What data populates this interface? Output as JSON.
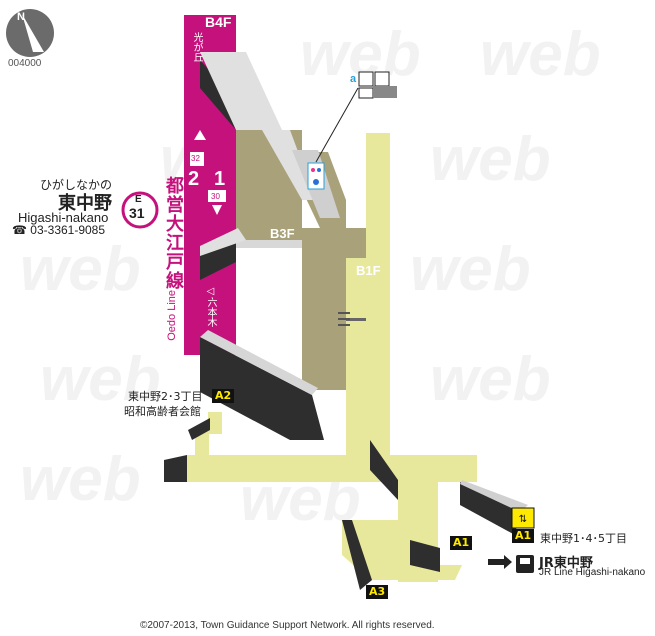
{
  "map_id": "004000",
  "station": {
    "name_kana": "ひがしなかの",
    "name_kanji": "東中野",
    "name_romaji": "Higashi-nakano",
    "phone": "03-3361-9085",
    "line_code": "E",
    "station_number": "31"
  },
  "line": {
    "name_ja": "都営大江戸線",
    "name_en": "Oedo Line",
    "color": "#c4117c",
    "platform_1": "1",
    "platform_2": "2",
    "badge_up": "32",
    "badge_down": "30",
    "direction_up": "光が丘",
    "direction_down": "◁六本木"
  },
  "floors": [
    "B4F",
    "B3F",
    "B1F"
  ],
  "facilities": {
    "label": "a",
    "icons": [
      "wheelchair-elevator",
      "toilet",
      "nursing-room",
      "accessible-toilet"
    ]
  },
  "exits": [
    {
      "id": "A2",
      "label": "東中野2･3丁目",
      "sublabel": "昭和高齢者会館"
    },
    {
      "id": "A1",
      "label": "東中野1･4･5丁目",
      "sublabel": ""
    },
    {
      "id": "A3",
      "label": "",
      "sublabel": ""
    }
  ],
  "jr": {
    "name": "JR東中野",
    "name_en": "JR Line Higashi-nakano"
  },
  "copyright": "©2007-2013, Town Guidance Support Network. All rights reserved.",
  "watermark": "web"
}
